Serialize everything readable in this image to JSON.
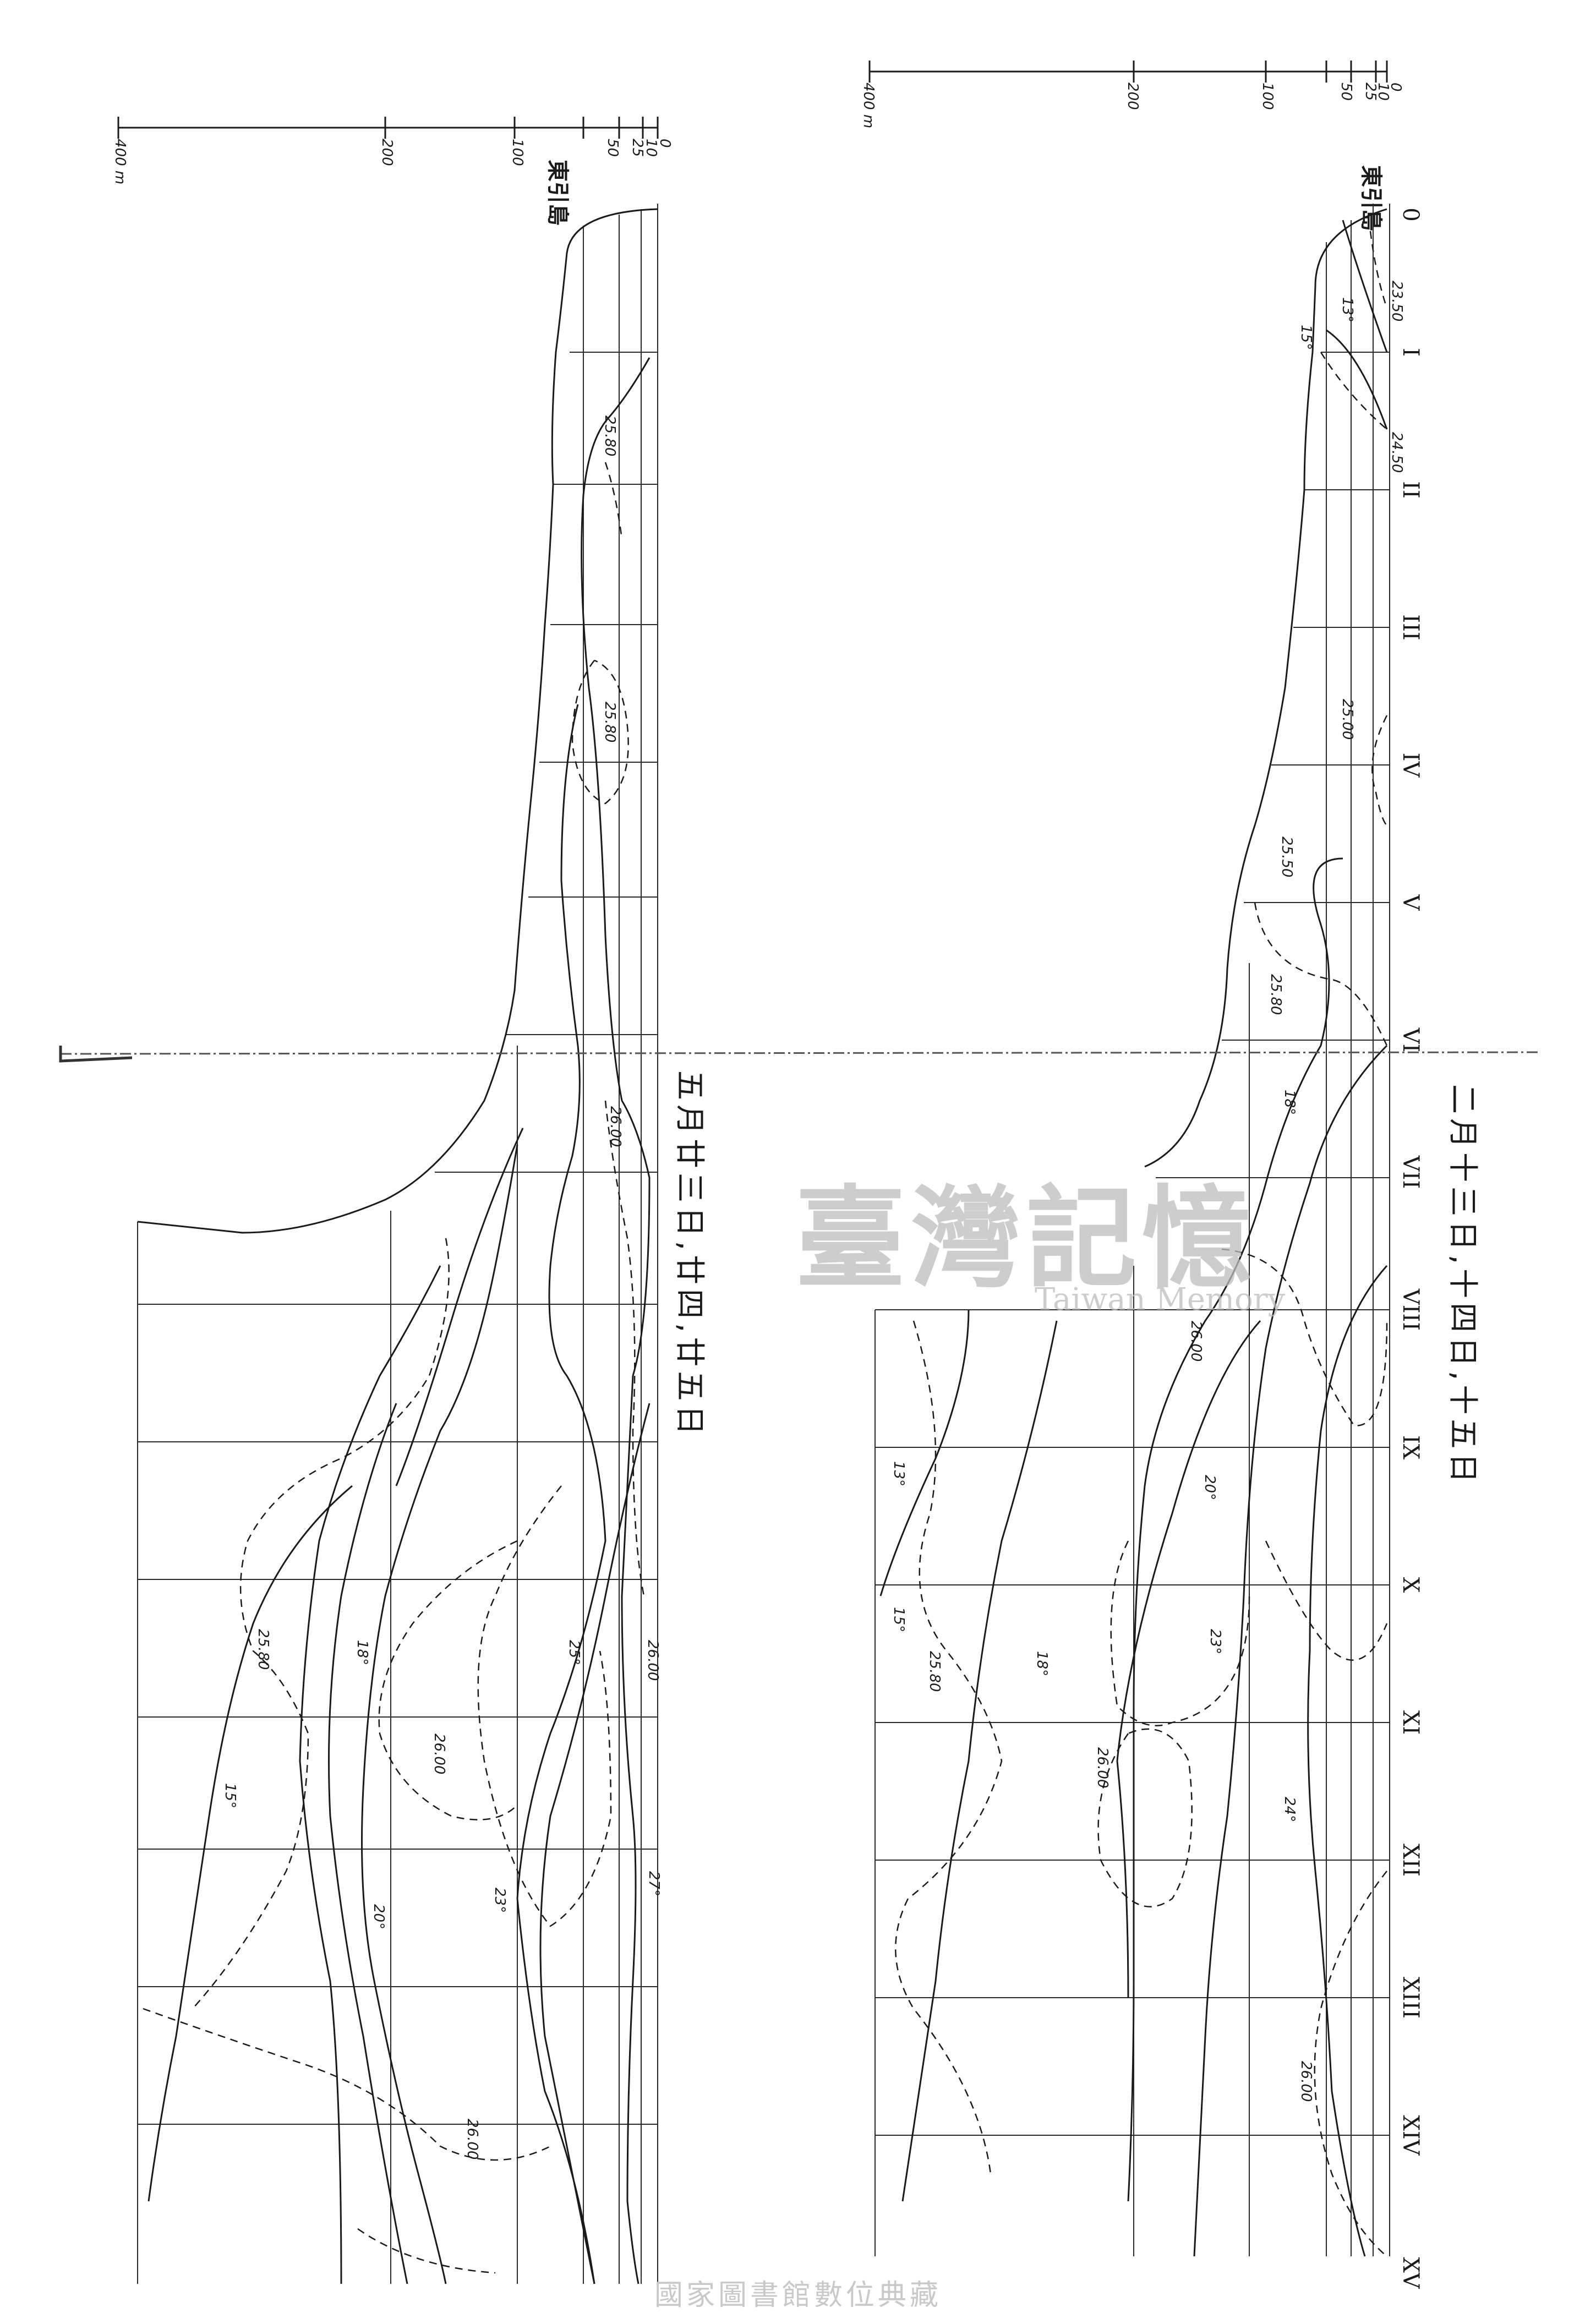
{
  "sections": {
    "left": {
      "title": "五月廿三日,廿四,廿五日",
      "station_label": "東引島",
      "depth_ticks": [
        "0",
        "10",
        "25",
        "50",
        "100",
        "200",
        "400 m"
      ],
      "isotherm_labels": [
        "27°",
        "25°",
        "23°",
        "20°",
        "18°",
        "15°"
      ],
      "density_labels": [
        "25.80",
        "25.80",
        "26.00",
        "26.00",
        "26.00",
        "25.80",
        "26.00"
      ]
    },
    "right": {
      "title": "二月十三日,十四日,十五日",
      "station_label": "東引島",
      "depth_ticks": [
        "0",
        "10",
        "25",
        "50",
        "100",
        "200",
        "400 m"
      ],
      "isotherm_labels": [
        "13°",
        "15°",
        "18°",
        "20°",
        "23°",
        "24°",
        "13°",
        "15°",
        "18°"
      ],
      "density_labels": [
        "23.50",
        "24.50",
        "25.00",
        "25.50",
        "25.80",
        "26.00",
        "26.00",
        "25.80",
        "26.00"
      ]
    }
  },
  "stations": [
    "0",
    "I",
    "II",
    "III",
    "IV",
    "V",
    "VI",
    "VII",
    "VIII",
    "IX",
    "X",
    "XI",
    "XII",
    "XIII",
    "XIV",
    "XV"
  ],
  "watermark": {
    "logo_text": "臺灣記憶",
    "logo_subtext": "Taiwan Memory",
    "footer": "國家圖書館數位典藏"
  },
  "colors": {
    "line": "#1a1a1a",
    "grid": "#2a2a2a",
    "watermark": "#bdbdbd"
  }
}
